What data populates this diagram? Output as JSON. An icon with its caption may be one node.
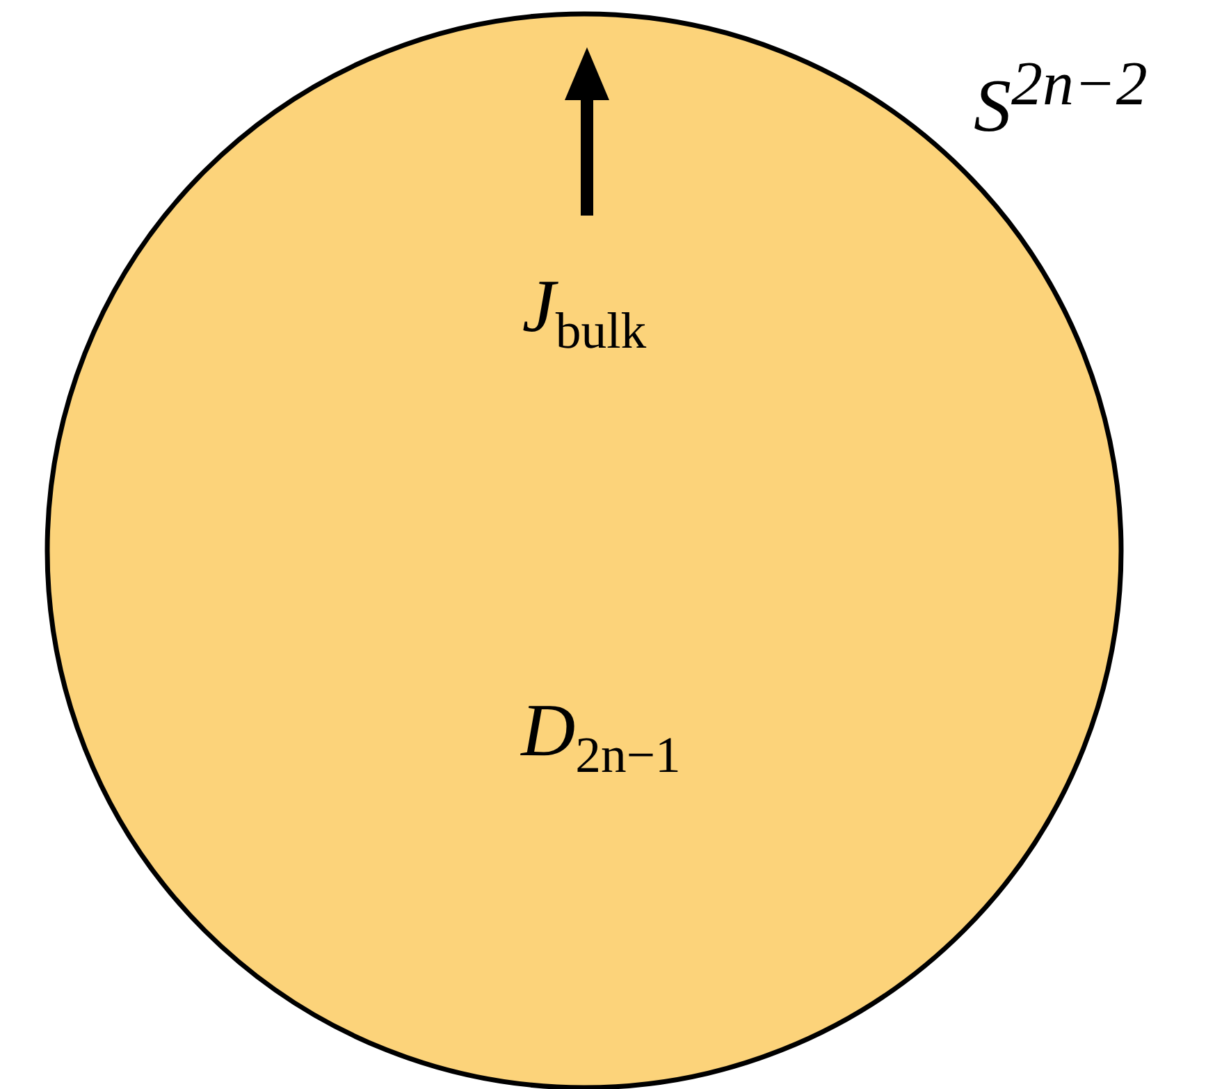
{
  "diagram": {
    "nodes": [
      {
        "text": [
          "J$_{bulk}$",
          "D$_{2n−1}$"
        ],
        "beside": [
          "S$^{2n−2}$"
        ]
      }
    ],
    "edges": []
  }
}
